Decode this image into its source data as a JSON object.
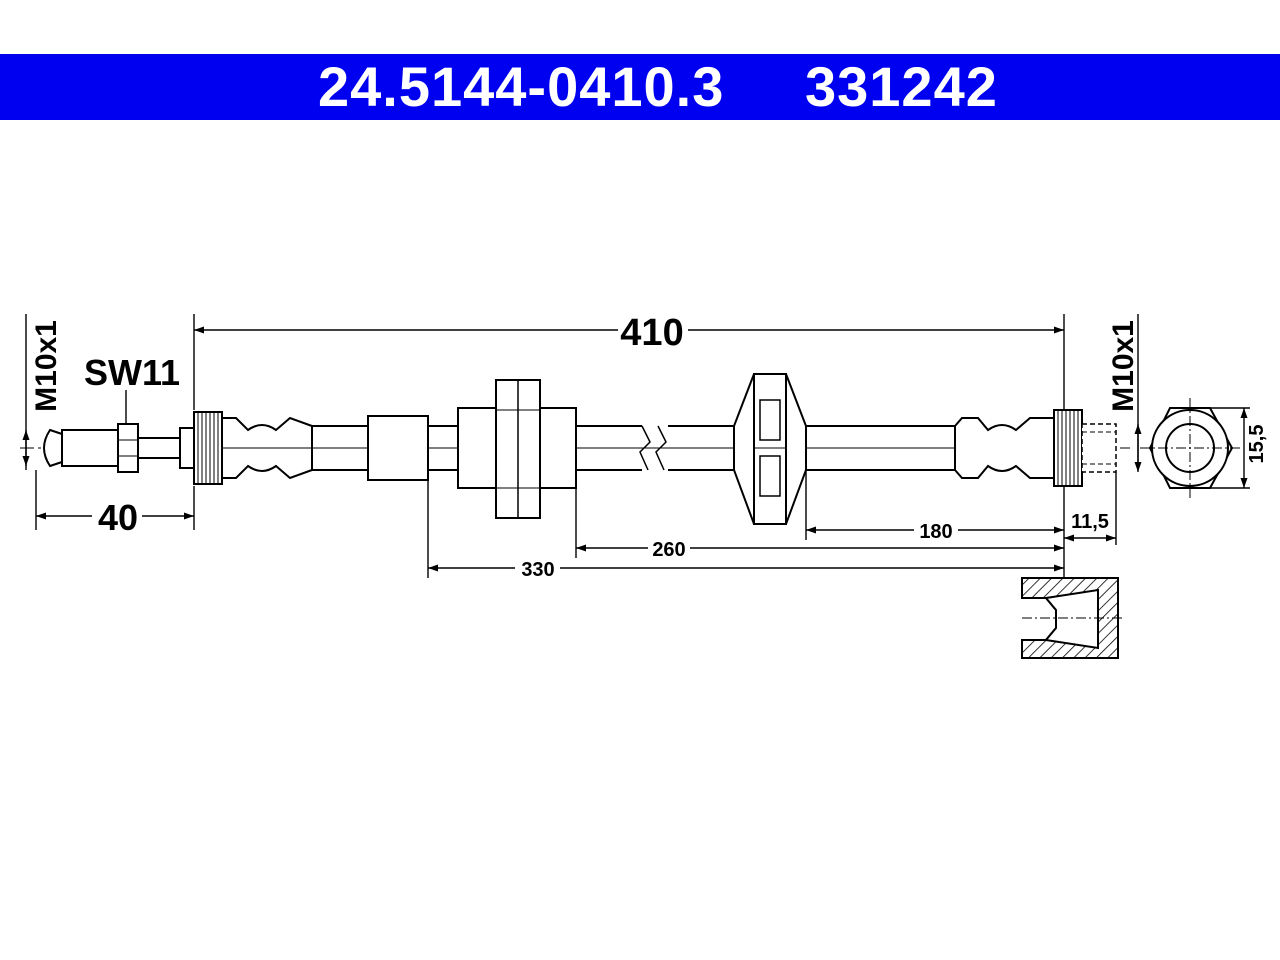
{
  "header": {
    "part_number": "24.5144-0410.3",
    "ref_number": "331242",
    "background_color": "#0000f0",
    "text_color": "#ffffff"
  },
  "labels": {
    "thread_left": "M10x1",
    "wrench_size": "SW11",
    "thread_right": "M10x1"
  },
  "dimensions": {
    "total_length": "410",
    "fitting_length": "40",
    "dim_330": "330",
    "dim_260": "260",
    "dim_180": "180",
    "dim_11_5": "11,5",
    "dim_15_5": "15,5"
  }
}
